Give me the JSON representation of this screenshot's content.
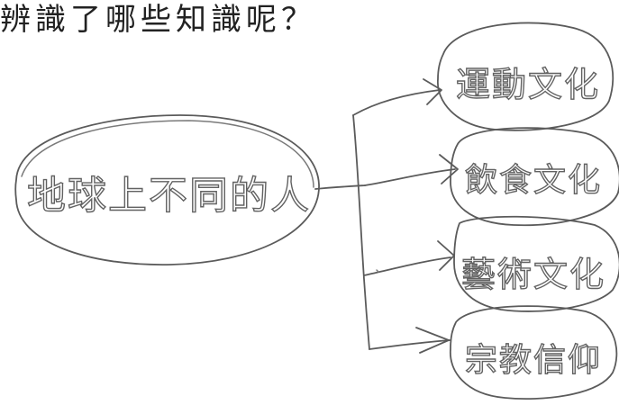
{
  "question": "辨識了哪些知識呢？",
  "center": {
    "label": "地球上不同的人"
  },
  "branches": [
    {
      "label": "運動文化"
    },
    {
      "label": "飲食文化"
    },
    {
      "label": "藝術文化"
    },
    {
      "label": "宗教信仰"
    }
  ],
  "colors": {
    "ink": "#5b5b5b",
    "printed_text": "#222222",
    "paper": "#ffffff"
  }
}
